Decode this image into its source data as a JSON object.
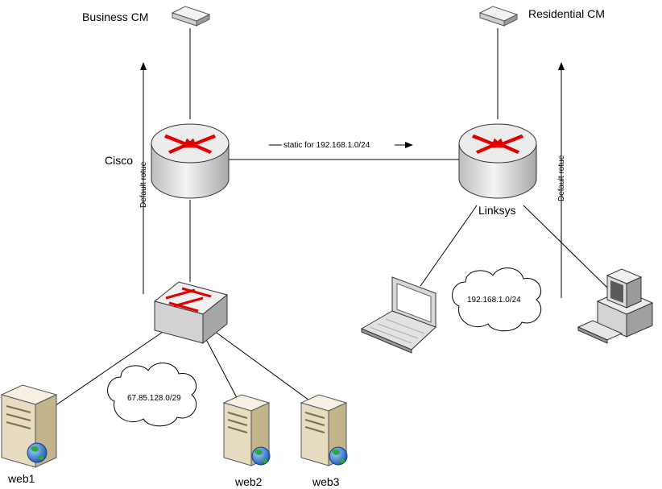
{
  "nodes": {
    "business_cm": "Business CM",
    "residential_cm": "Residential CM",
    "cisco": "Cisco",
    "linksys": "Linksys",
    "web1": "web1",
    "web2": "web2",
    "web3": "web3"
  },
  "annotations": {
    "static_route": "static for 192.168.1.0/24",
    "default_route_left": "Default rotue",
    "default_route_right": "Default rotue"
  },
  "networks": {
    "dmz": "67.85.128.0/29",
    "lan": "192.168.1.0/24"
  },
  "icons": {
    "router": "router-icon",
    "switch": "switch-icon",
    "modem": "modem-icon",
    "server": "server-icon",
    "laptop": "laptop-icon",
    "desktop": "desktop-icon",
    "cloud": "cloud-icon"
  },
  "colors": {
    "router_arrows": "#e00000",
    "device_body": "#e8e8e8",
    "server_body": "#e6dcc2",
    "globe": "#2f6fc8"
  }
}
